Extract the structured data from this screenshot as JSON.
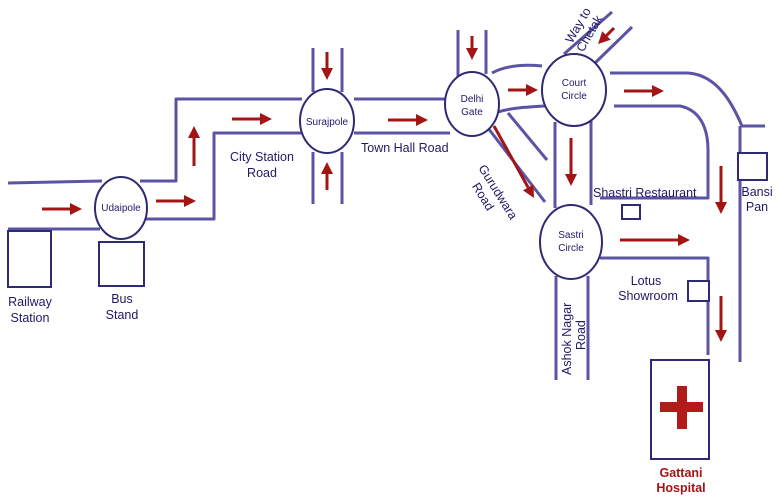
{
  "nodes": {
    "udaipole": "Udaipole",
    "surajpole": "Surajpole",
    "delhi_gate": [
      "Delhi",
      "Gate"
    ],
    "court_circle": [
      "Court",
      "Circle"
    ],
    "sastri_circle": [
      "Sastri",
      "Circle"
    ]
  },
  "places": {
    "railway_station": [
      "Railway",
      "Station"
    ],
    "bus_stand": [
      "Bus",
      "Stand"
    ],
    "shastri_restaurant": "Shastri Restaurant",
    "bansi_pan": [
      "Bansi",
      "Pan"
    ],
    "lotus_showroom": [
      "Lotus",
      "Showroom"
    ],
    "gattani_hospital": [
      "Gattani",
      "Hospital"
    ]
  },
  "roads": {
    "city_station_road": [
      "City Station",
      "Road"
    ],
    "town_hall_road": "Town Hall Road",
    "gurudwara_road": [
      "Gurudwara",
      "Road"
    ],
    "ashok_nagar_road": [
      "Ashok Nagar",
      "Road"
    ],
    "way_to_chetak": [
      "Way to",
      "Chetak"
    ]
  },
  "colors": {
    "road": "#5b54a6",
    "outline": "#2e2a73",
    "arrow": "#a31515",
    "hospital": "#b31b1b",
    "text": "#1f1a66"
  },
  "icons": {
    "hospital": "red-cross-icon",
    "direction": "red-arrow-icon"
  }
}
